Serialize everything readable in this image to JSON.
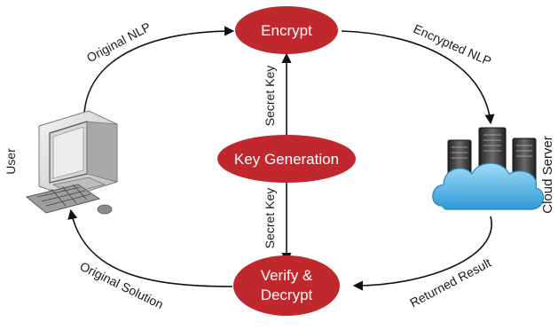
{
  "nodes": {
    "encrypt": "Encrypt",
    "keygen": "Key Generation",
    "verify_line1": "Verify &",
    "verify_line2": "Decrypt",
    "user": "User",
    "cloud": "Cloud Server"
  },
  "edges": {
    "original_nlp": "Original NLP",
    "encrypted_nlp": "Encrypted NLP",
    "returned_result": "Returned Result",
    "original_solution": "Original Solution",
    "secret_key_top": "Secret Key",
    "secret_key_bottom": "Secret Key"
  },
  "colors": {
    "node_fill": "#c0282e",
    "arrow": "#111111",
    "cloud": "#5cb8e6",
    "server": "#3a3a3a"
  }
}
